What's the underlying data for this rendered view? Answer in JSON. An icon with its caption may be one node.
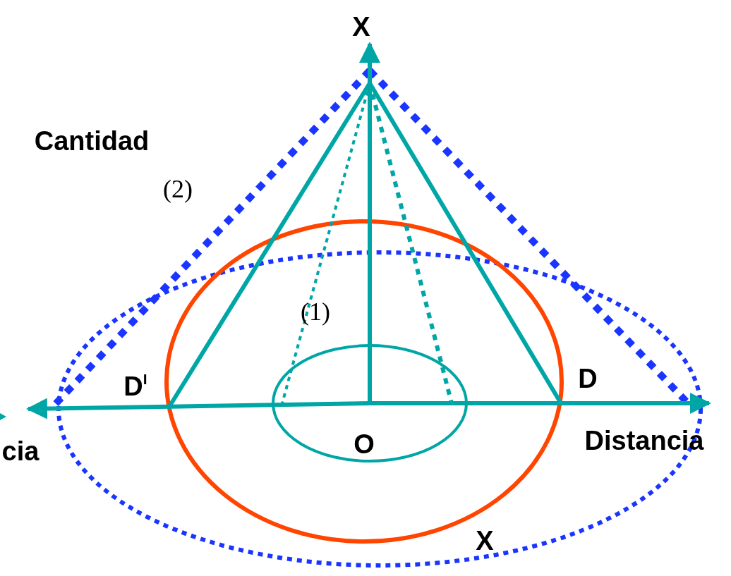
{
  "diagram": {
    "labels": [
      "X",
      "Cantidad",
      "(2)",
      "(1)",
      "D$^{I}$",
      "D",
      "cia",
      "O",
      "Distancia",
      "X"
    ]
  }
}
